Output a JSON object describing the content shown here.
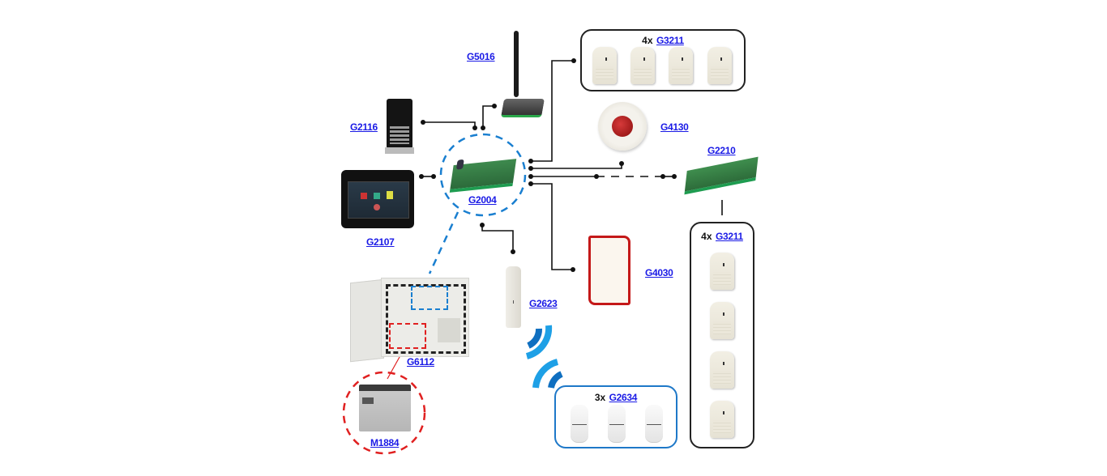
{
  "diagram": {
    "central_unit": {
      "label": "G2004",
      "icon": "control-panel-board-icon"
    },
    "devices": [
      {
        "id": "g5016",
        "label": "G5016",
        "icon": "gsm-antenna-module-icon"
      },
      {
        "id": "g2116",
        "label": "G2116",
        "icon": "keypad-icon"
      },
      {
        "id": "g2107",
        "label": "G2107",
        "icon": "touchscreen-keypad-icon"
      },
      {
        "id": "g4130",
        "label": "G4130",
        "icon": "indoor-siren-icon"
      },
      {
        "id": "g2210",
        "label": "G2210",
        "icon": "expander-board-icon"
      },
      {
        "id": "g4030",
        "label": "G4030",
        "icon": "outdoor-siren-icon"
      },
      {
        "id": "g2623",
        "label": "G2623",
        "icon": "wireless-contact-icon"
      },
      {
        "id": "g6112",
        "label": "G6112",
        "icon": "enclosure-icon"
      },
      {
        "id": "m1884",
        "label": "M1884",
        "icon": "battery-icon"
      }
    ],
    "groups": [
      {
        "id": "top-pir-group",
        "count": "4x",
        "label": "G3211",
        "icon": "pir-detector-icon"
      },
      {
        "id": "right-pir-group",
        "count": "4x",
        "label": "G3211",
        "icon": "pir-detector-icon"
      },
      {
        "id": "wireless-pir-group",
        "count": "3x",
        "label": "G2634",
        "icon": "wireless-pir-detector-icon"
      }
    ],
    "colors": {
      "link": "#1a1ae6",
      "wire": "#111111",
      "wireless": "#1e88d8",
      "highlight_blue": "#1a7fd0",
      "highlight_red": "#e02020",
      "siren_red": "#c41818"
    }
  }
}
